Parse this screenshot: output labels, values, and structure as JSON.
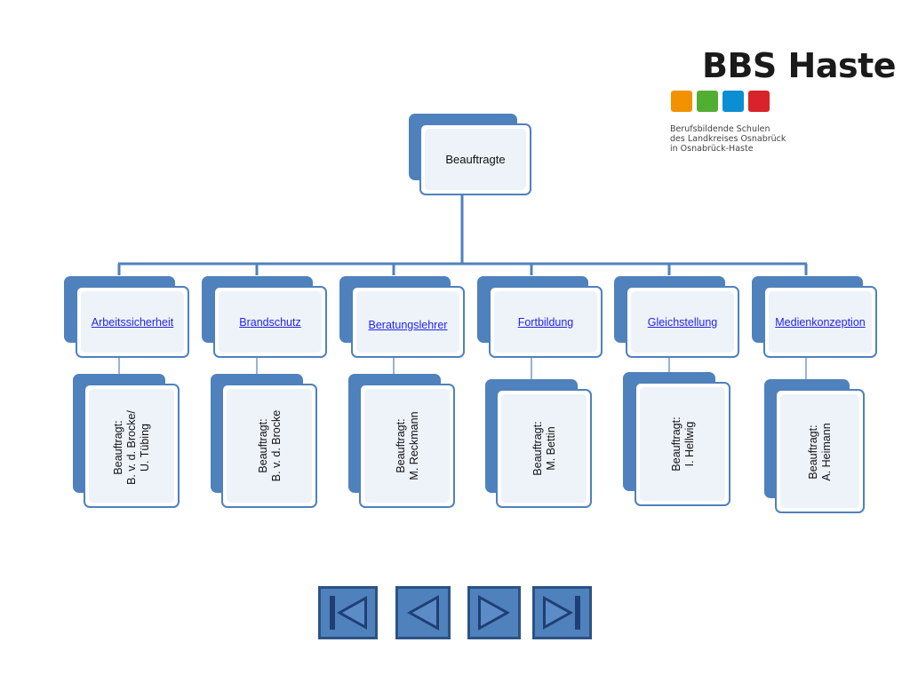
{
  "logo": {
    "title": "BBS Haste",
    "squares": [
      "#f39200",
      "#52ae32",
      "#0b8ed2",
      "#d8232a"
    ],
    "subtitle_lines": [
      "Berufsbildende Schulen",
      "des Landkreises Osnabrück",
      "in Osnabrück-Haste"
    ]
  },
  "root": {
    "label": "Beauftragte"
  },
  "categories": [
    {
      "label": "Arbeitssicherheit",
      "person_lines": [
        "Beauftragt:",
        "B. v. d. Brocke/",
        "U. Tübing"
      ]
    },
    {
      "label": "Brandschutz",
      "person_lines": [
        "Beauftragt:",
        "B. v. d. Brocke"
      ]
    },
    {
      "label": "Beratungslehrer",
      "person_lines": [
        "Beauftragt:",
        "M. Reckmann"
      ]
    },
    {
      "label": "Fortbildung",
      "person_lines": [
        "Beauftragt:",
        "M. Bettin"
      ]
    },
    {
      "label": "Gleichstellung",
      "person_lines": [
        "Beauftragt:",
        "I. Hellwig"
      ]
    },
    {
      "label": "Medienkonzeption",
      "person_lines": [
        "Beauftragt:",
        "A. Heimann"
      ]
    }
  ],
  "colors": {
    "box_blue": "#4f81bd",
    "link": "#2222ee",
    "nav_border": "#2c5282",
    "nav_glyph": "#1f3f73"
  },
  "nav": [
    {
      "icon": "first-slide-icon"
    },
    {
      "icon": "previous-slide-icon"
    },
    {
      "icon": "next-slide-icon"
    },
    {
      "icon": "last-slide-icon"
    }
  ]
}
